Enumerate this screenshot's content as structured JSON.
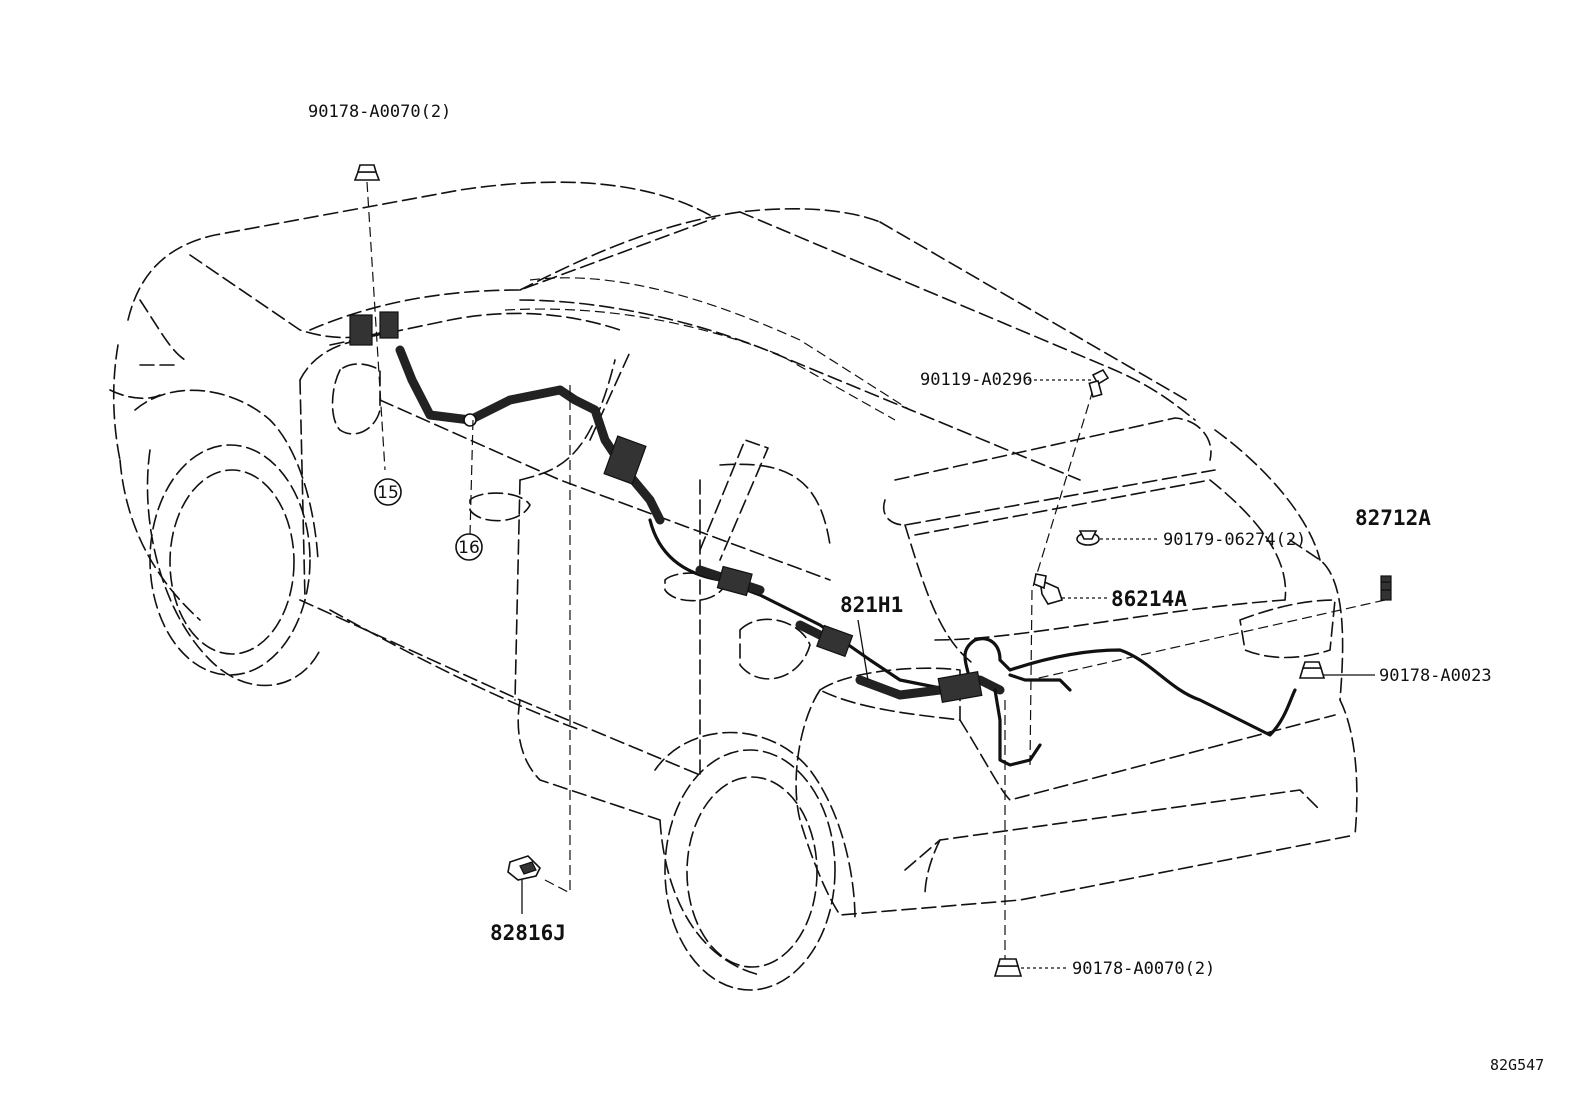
{
  "labels": {
    "nut_top": "90178-A0070(2)",
    "bolt_roof": "90119-A0296",
    "clip_rear": "90179-06274(2)",
    "bracket": "86214A",
    "harness": "821H1",
    "part_right": "82712A",
    "nut_right": "90178-A0023",
    "clip_sill": "82816J",
    "nut_bottom": "90178-A0070(2)",
    "ref_15": "15",
    "ref_16": "16",
    "diagram_code": "82G547"
  }
}
